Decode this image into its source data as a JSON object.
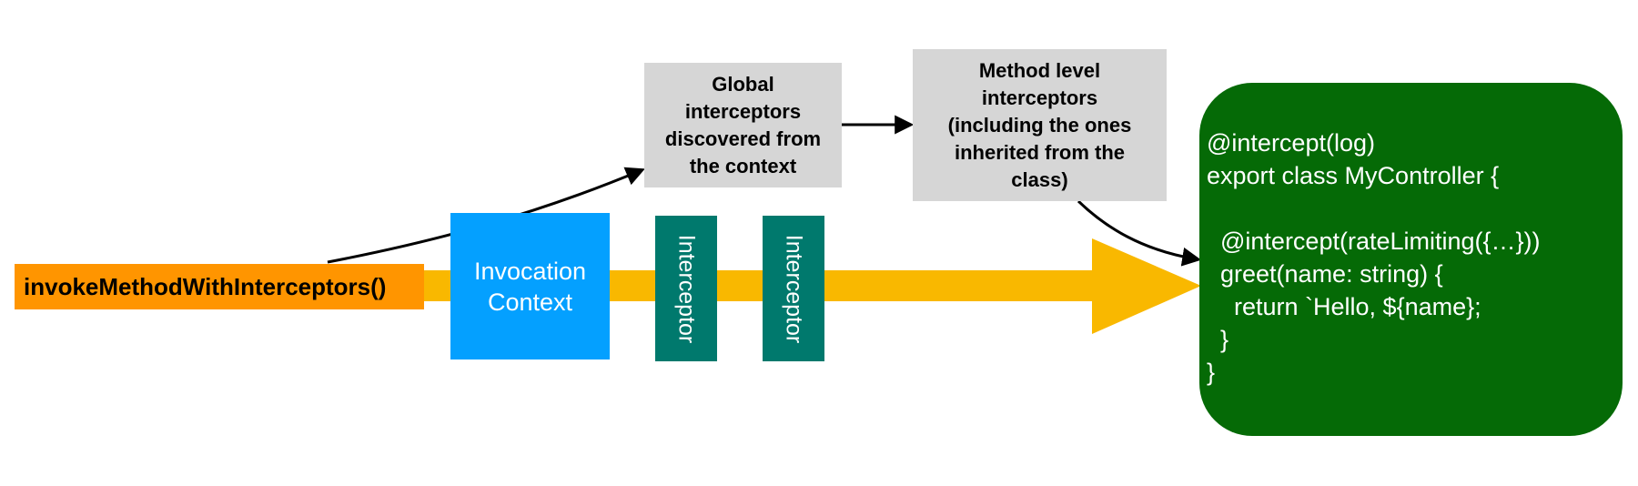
{
  "entry": {
    "label": "invokeMethodWithInterceptors()"
  },
  "invocation_context": {
    "lines": [
      "Invocation",
      "Context"
    ]
  },
  "interceptors": [
    {
      "label": "Interceptor"
    },
    {
      "label": "Interceptor"
    }
  ],
  "global_box": {
    "lines": [
      "Global",
      "interceptors",
      "discovered from",
      "the context"
    ]
  },
  "method_box": {
    "lines": [
      "Method level",
      "interceptors",
      "(including the ones",
      "inherited from the",
      "class)"
    ]
  },
  "code": {
    "lines": [
      "@intercept(log)",
      "export class MyController {",
      "",
      "  @intercept(rateLimiting({…}))",
      "  greet(name: string) {",
      "    return `Hello, ${name};",
      "  }",
      "}"
    ]
  },
  "colors": {
    "flow_arrow": "#f9b800",
    "entry_box": "#ff9500",
    "invocation_context": "#04a0ff",
    "interceptor": "#00796d",
    "info_box": "#d6d6d6",
    "code_panel": "#056a06",
    "connector": "#000000"
  }
}
